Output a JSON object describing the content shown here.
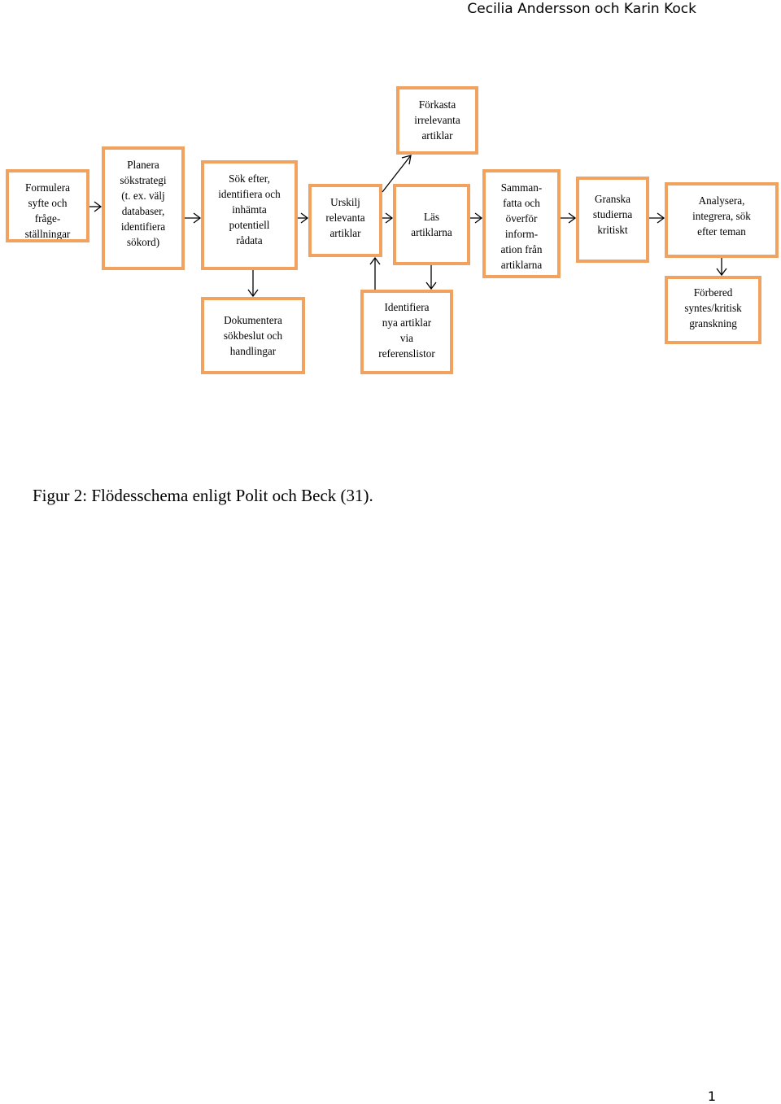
{
  "header": {
    "authors": "Cecilia Andersson och Karin Kock"
  },
  "boxes": {
    "formulera": "Formulera\nsyfte och\nfråge-\nställningar",
    "planera": "Planera\nsökstrategi\n(t. ex. välj\ndatabaser,\nidentifiera\nsökord)",
    "sok": "Sök efter,\nidentifiera och\ninhämta\npotentiell\nrådata",
    "urskilj": "Urskilj\nrelevanta\nartiklar",
    "forkasta": "Förkasta\nirrelevanta\nartiklar",
    "las": "Läs\nartiklarna",
    "sammanfatta": "Samman-\nfatta och\növerför\ninform-\nation från\nartiklarna",
    "granska": "Granska\nstudierna\nkritiskt",
    "analysera": "Analysera,\nintegrera, sök\nefter teman",
    "dokumentera": "Dokumentera\nsökbeslut och\nhandlingar",
    "identifiera": "Identifiera\nnya artiklar\nvia\nreferenslistor",
    "forbered": "Förbered\nsyntes/kritisk\ngranskning"
  },
  "caption": "Figur 2: Flödesschema enligt Polit och Beck (31).",
  "page_number": "1",
  "colors": {
    "box_border": "#f0a25e",
    "arrow": "#000000"
  }
}
